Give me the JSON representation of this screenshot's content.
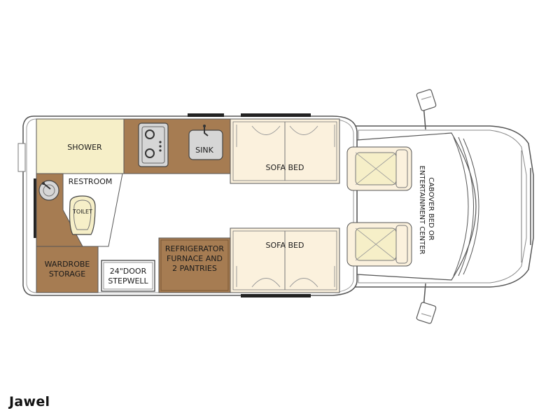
{
  "model": {
    "name": "Jawel"
  },
  "rooms": {
    "shower": "SHOWER",
    "restroom": "RESTROOM",
    "toilet": "TOILET",
    "sink": "SINK",
    "sofa_bed_top": "SOFA BED",
    "sofa_bed_bottom": "SOFA BED",
    "wardrobe_line1": "WARDROBE",
    "wardrobe_line2": "STORAGE",
    "door_line1": "24\"DOOR",
    "door_line2": "STEPWELL",
    "fridge_line1": "REFRIGERATOR",
    "fridge_line2": "FURNACE AND",
    "fridge_line3": "2 PANTRIES",
    "cabover_line1": "CABOVER BED OR",
    "cabover_line2": "ENTERTAINMENT CENTER"
  },
  "colors": {
    "wood": "#A67C52",
    "cream": "#F6EFC8",
    "cushion": "#FBF1DD",
    "counter": "#D6D6D6",
    "wall": "#555555",
    "window": "#222222"
  }
}
